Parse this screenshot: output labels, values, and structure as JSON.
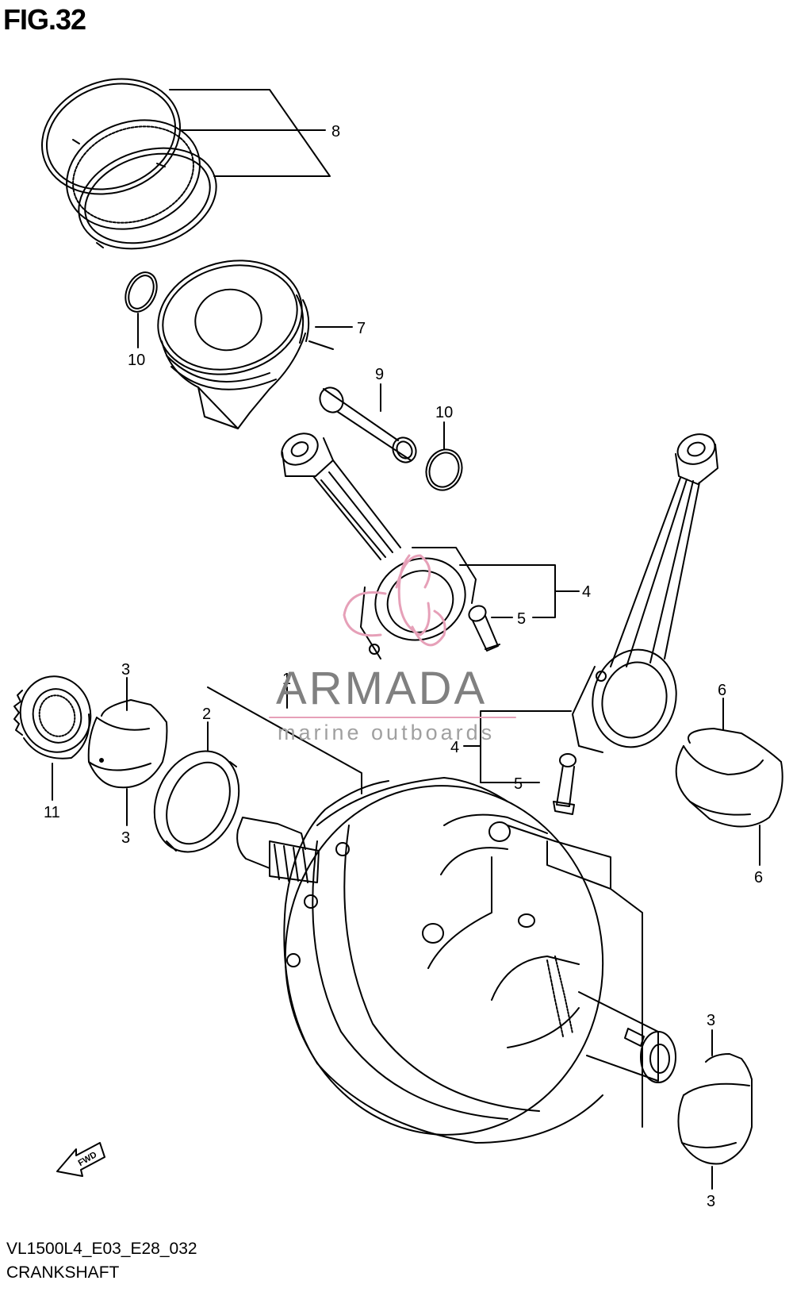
{
  "figure": {
    "title": "FIG.32",
    "model_code": "VL1500L4_E03_E28_032",
    "name": "CRANKSHAFT"
  },
  "watermark": {
    "brand": "ARMADA",
    "tagline": "marine outboards"
  },
  "direction_marker": "FWD",
  "callouts": [
    {
      "id": "c8",
      "label": "8"
    },
    {
      "id": "c7",
      "label": "7"
    },
    {
      "id": "c10a",
      "label": "10"
    },
    {
      "id": "c9",
      "label": "9"
    },
    {
      "id": "c10b",
      "label": "10"
    },
    {
      "id": "c4a",
      "label": "4"
    },
    {
      "id": "c5a",
      "label": "5"
    },
    {
      "id": "c3a",
      "label": "3"
    },
    {
      "id": "c2",
      "label": "2"
    },
    {
      "id": "c1",
      "label": "1"
    },
    {
      "id": "c6a",
      "label": "6"
    },
    {
      "id": "c11",
      "label": "11"
    },
    {
      "id": "c3b",
      "label": "3"
    },
    {
      "id": "c4b",
      "label": "4"
    },
    {
      "id": "c5b",
      "label": "5"
    },
    {
      "id": "c6b",
      "label": "6"
    },
    {
      "id": "c3c",
      "label": "3"
    },
    {
      "id": "c3d",
      "label": "3"
    }
  ],
  "colors": {
    "line": "#000000",
    "watermark_logo": "#e6a0b8"
  }
}
